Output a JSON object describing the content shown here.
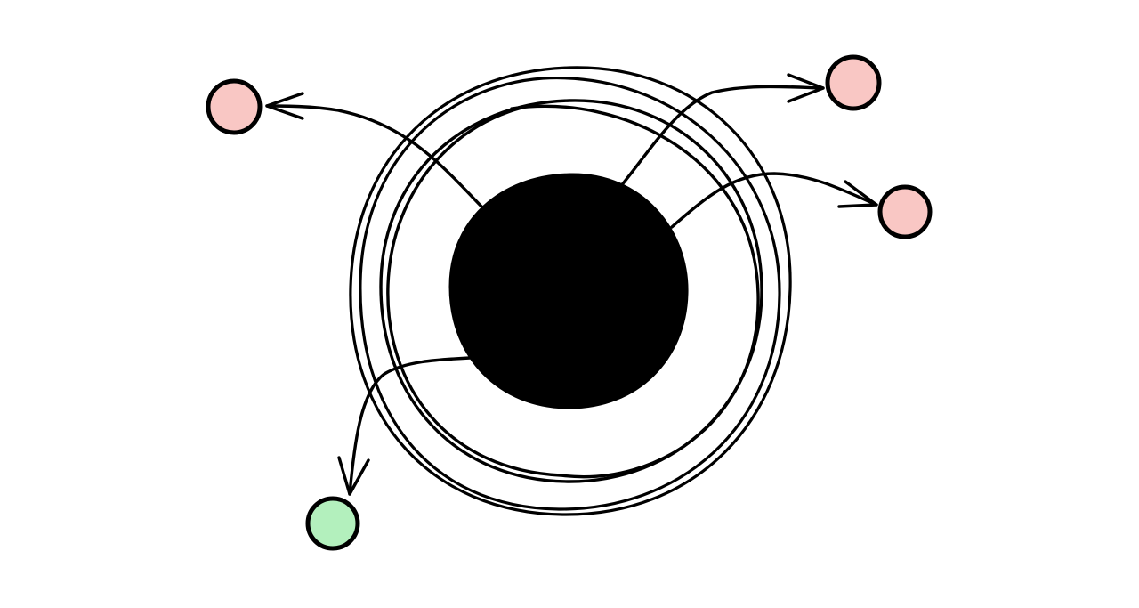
{
  "diagram": {
    "background_color": "#ffffff",
    "ink_color": "#000000",
    "center": {
      "name": "core",
      "fill_color": "#000000"
    },
    "rings": [
      {
        "name": "outer-ring"
      },
      {
        "name": "inner-ring"
      }
    ],
    "nodes": [
      {
        "id": "node-top-left",
        "fill_color": "#f9c7c4"
      },
      {
        "id": "node-top-right",
        "fill_color": "#f9c7c4"
      },
      {
        "id": "node-right",
        "fill_color": "#f9c7c4"
      },
      {
        "id": "node-bottom-left",
        "fill_color": "#b3f0bd"
      }
    ],
    "arrows": [
      {
        "id": "arrow-to-top-left",
        "from": "core",
        "to": "node-top-left"
      },
      {
        "id": "arrow-to-top-right",
        "from": "core",
        "to": "node-top-right"
      },
      {
        "id": "arrow-to-right",
        "from": "core",
        "to": "node-right"
      },
      {
        "id": "arrow-to-bottom-left",
        "from": "core",
        "to": "node-bottom-left"
      }
    ]
  }
}
